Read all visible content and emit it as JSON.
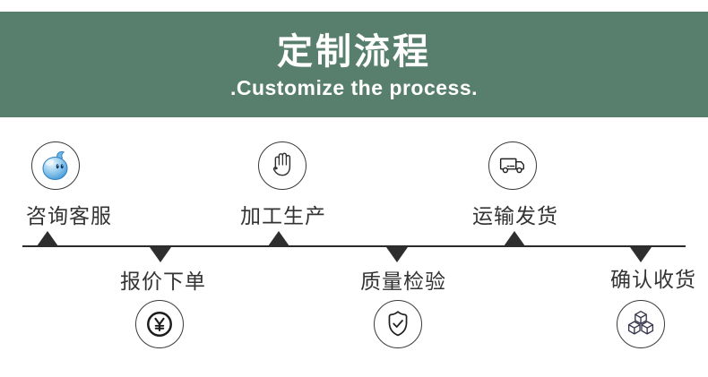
{
  "banner": {
    "title": "定制流程",
    "subtitle": ".Customize the process.",
    "bg_color": "#587f6e",
    "text_color": "#ffffff"
  },
  "timeline": {
    "line_color": "#2b2b2b",
    "marker_color": "#2e2e2e",
    "steps": [
      {
        "label": "咨询客服",
        "icon": "chat-mascot-icon",
        "position": "above"
      },
      {
        "label": "报价下单",
        "icon": "yen-coin-icon",
        "position": "below"
      },
      {
        "label": "加工生产",
        "icon": "palm-hand-icon",
        "position": "above"
      },
      {
        "label": "质量检验",
        "icon": "shield-check-icon",
        "position": "below"
      },
      {
        "label": "运输发货",
        "icon": "truck-icon",
        "position": "above"
      },
      {
        "label": "确认收货",
        "icon": "cubes-icon",
        "position": "below"
      }
    ],
    "icon_colors": {
      "outline": "#2f2f2f",
      "cubes_outline": "#34344a",
      "mascot_blue": "#4f9fda",
      "mascot_dark_blue": "#2e7fc0",
      "mascot_eye": "#0d3a66"
    }
  }
}
